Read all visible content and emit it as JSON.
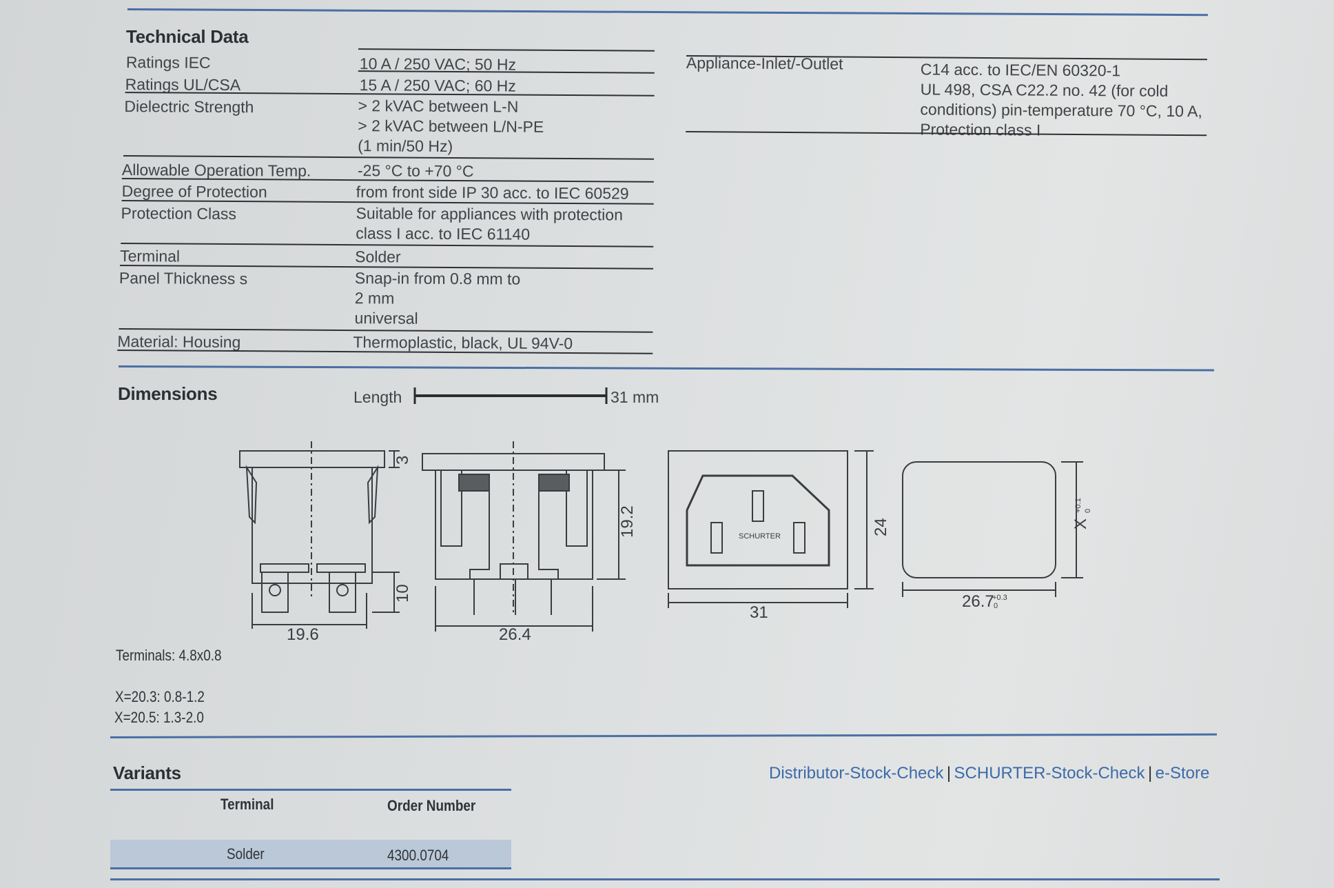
{
  "technical_data": {
    "heading": "Technical Data",
    "rows": [
      {
        "label": "Ratings IEC",
        "value": [
          "10 A / 250 VAC; 50 Hz"
        ]
      },
      {
        "label": "Ratings UL/CSA",
        "value": [
          "15 A / 250 VAC; 60 Hz"
        ]
      },
      {
        "label": "Dielectric Strength",
        "value": [
          "> 2 kVAC between L-N",
          "> 2 kVAC between L/N-PE",
          "(1 min/50 Hz)"
        ]
      },
      {
        "label": "Allowable Operation Temp.",
        "value": [
          "-25 °C to +70 °C"
        ]
      },
      {
        "label": "Degree of Protection",
        "value": [
          "from front side IP 30 acc. to IEC 60529"
        ]
      },
      {
        "label": "Protection Class",
        "value": [
          "Suitable for appliances with protection",
          "class I acc. to IEC 61140"
        ]
      },
      {
        "label": "Terminal",
        "value": [
          "Solder"
        ]
      },
      {
        "label": "Panel Thickness s",
        "value": [
          "Snap-in from 0.8 mm to",
          "2 mm",
          "universal"
        ]
      },
      {
        "label": "Material: Housing",
        "value": [
          "Thermoplastic, black, UL 94V-0"
        ]
      }
    ],
    "right": {
      "label": "Appliance-Inlet/-Outlet",
      "value": [
        "C14 acc. to IEC/EN 60320-1",
        "UL 498, CSA C22.2 no. 42 (for cold",
        "conditions) pin-temperature 70 °C, 10 A,",
        "Protection class I"
      ]
    }
  },
  "dimensions": {
    "heading": "Dimensions",
    "length_label": "Length",
    "length_value": "31 mm",
    "labels": {
      "d3": "3",
      "d10": "10",
      "d19_6": "19.6",
      "d26_4": "26.4",
      "d19_2": "19.2",
      "d24": "24",
      "d31": "31",
      "d26_7": "26.7",
      "d26_7_tol_top": "+0.3",
      "d26_7_tol_bot": "0",
      "dx": "X",
      "dx_tol_top": "+0.1",
      "dx_tol_bot": "0",
      "brand": "SCHURTER"
    },
    "notes": {
      "terminals": "Terminals: 4.8x0.8",
      "x1": "X=20.3: 0.8-1.2",
      "x2": "X=20.5: 1.3-2.0"
    }
  },
  "variants": {
    "heading": "Variants",
    "links": [
      "Distributor-Stock-Check",
      "SCHURTER-Stock-Check",
      "e-Store"
    ],
    "separator": "|",
    "columns": [
      "Terminal",
      "Order Number"
    ],
    "rows": [
      {
        "terminal": "Solder",
        "order_number": "4300.0704"
      }
    ]
  }
}
